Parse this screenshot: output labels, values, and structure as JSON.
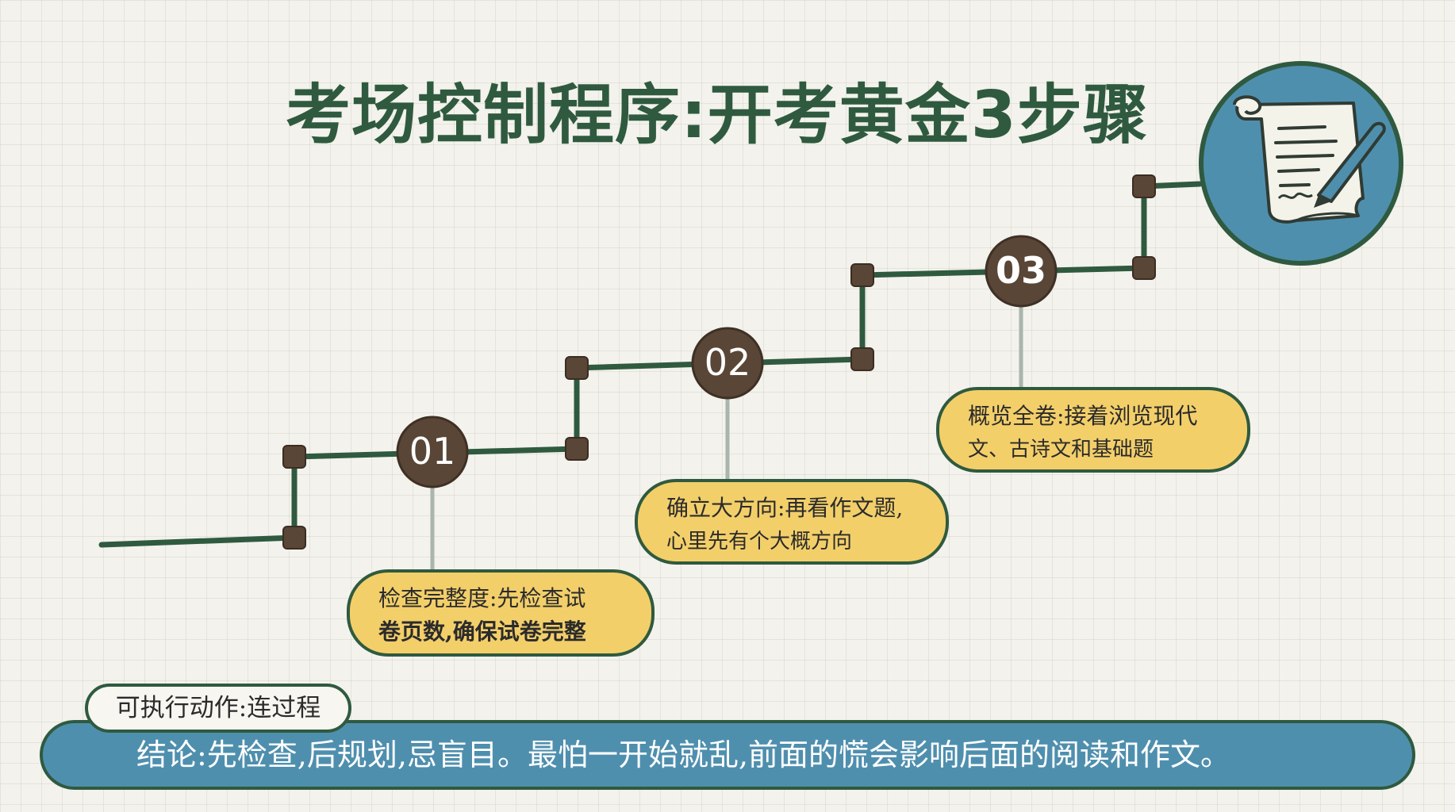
{
  "title": "考场控制程序:开考黄金3步骤",
  "steps": [
    {
      "number": "01",
      "text_line1": "检查完整度:先检查试",
      "text_line2": "卷页数,确保试卷完整"
    },
    {
      "number": "02",
      "text_line1": "确立大方向:再看作文题,",
      "text_line2": "心里先有个大概方向"
    },
    {
      "number": "03",
      "text_line1": "概览全卷:接着浏览现代",
      "text_line2": "文、古诗文和基础题"
    }
  ],
  "action_label": "可执行动作:连过程",
  "conclusion": "结论:先检查,后规划,忌盲目。最怕一开始就乱,前面的慌会影响后面的阅读和作文。",
  "icon": "scroll-with-pen-icon",
  "colors": {
    "line_green": "#2f5a3f",
    "node_brown": "#5a4636",
    "bubble_yellow": "#f3cf6a",
    "accent_blue": "#4f8fae",
    "connector_gray": "#a9b5ad"
  }
}
